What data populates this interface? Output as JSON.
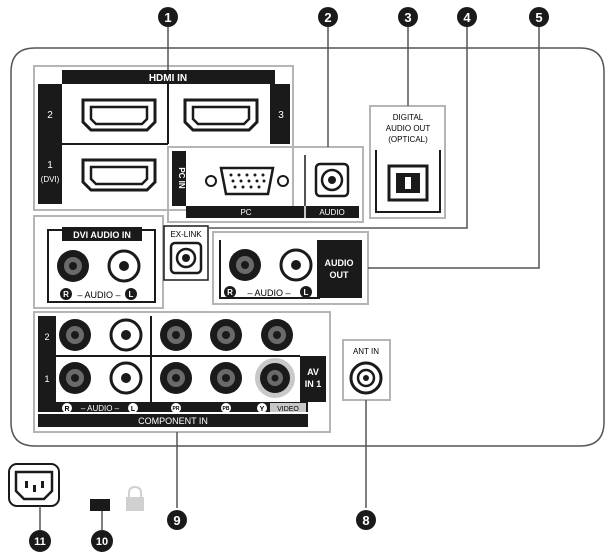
{
  "callouts": {
    "c1": "1",
    "c2": "2",
    "c3": "3",
    "c4": "4",
    "c5": "5",
    "c8": "8",
    "c9": "9",
    "c10": "10",
    "c11": "11"
  },
  "hdmi": {
    "title": "HDMI IN",
    "port_2": "2",
    "port_3": "3",
    "port_1": "1",
    "port_1_sub": "(DVI)"
  },
  "dvi_audio": {
    "title": "DVI AUDIO IN",
    "r_badge": "R",
    "l_badge": "L",
    "audio_label": "– AUDIO –"
  },
  "pc": {
    "side_label": "PC IN",
    "pc_label": "PC",
    "audio_label": "AUDIO"
  },
  "digital_audio": {
    "line1": "DIGITAL",
    "line2": "AUDIO OUT",
    "line3": "(OPTICAL)"
  },
  "exlink": {
    "label": "EX-LINK"
  },
  "audio_out": {
    "line1": "AUDIO",
    "line2": "OUT",
    "r_badge": "R",
    "l_badge": "L",
    "audio_label": "– AUDIO –"
  },
  "component": {
    "row_2": "2",
    "row_1": "1",
    "av_line1": "AV",
    "av_line2": "IN 1",
    "r_badge": "R",
    "l_badge": "L",
    "audio_label": "– AUDIO –",
    "pr": "PR",
    "pb": "PB",
    "y": "Y",
    "video": "VIDEO",
    "title": "COMPONENT IN"
  },
  "ant": {
    "label": "ANT IN"
  },
  "colors": {
    "ink": "#1a1a1a",
    "panel_stroke": "#555555",
    "frame": "#b5b5b5"
  }
}
